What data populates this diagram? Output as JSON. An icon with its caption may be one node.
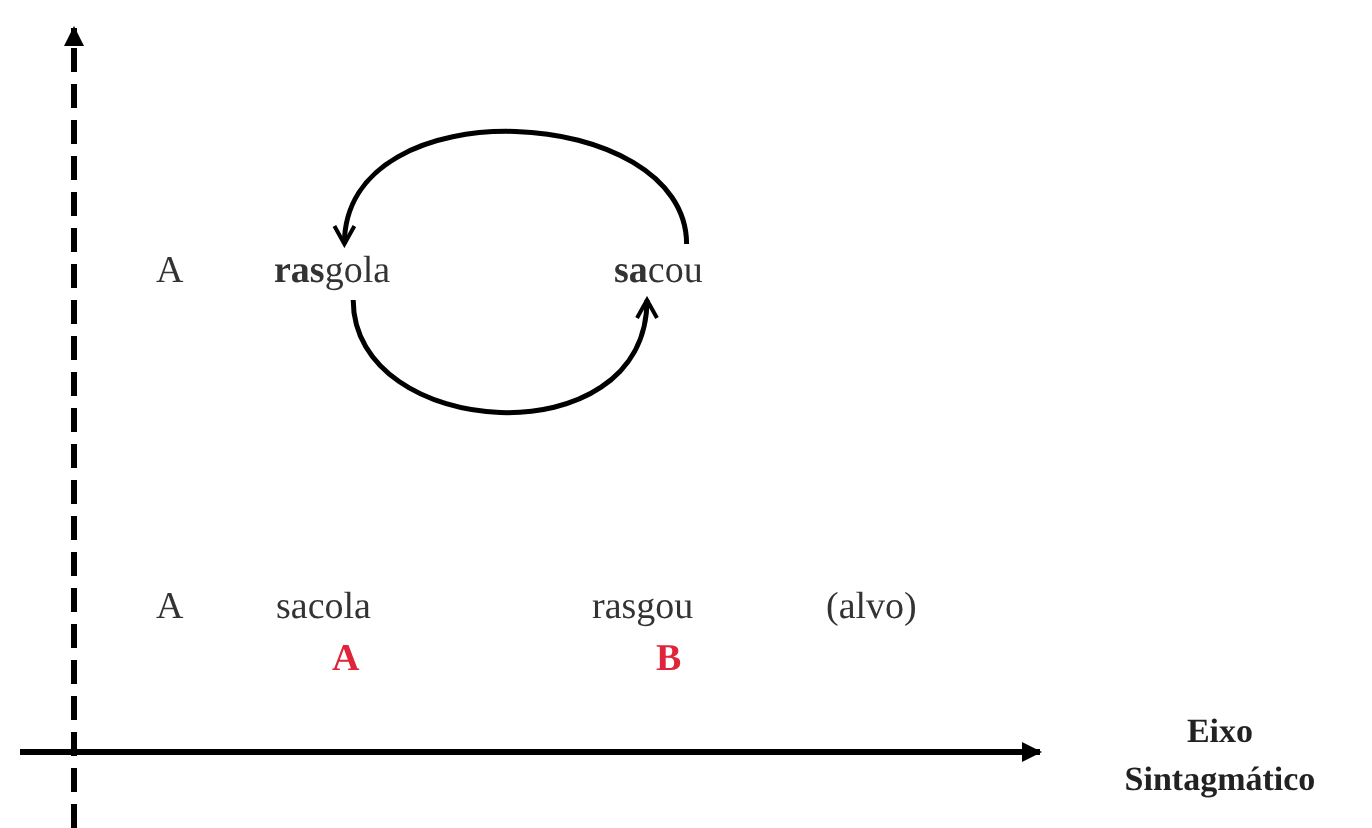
{
  "diagram": {
    "nodes": [
      {
        "text": [
          "**ras**gola"
        ]
      },
      {
        "text": [
          "**sa**cou"
        ]
      }
    ],
    "edges": [
      {
        "from": 1,
        "to": 0,
        "arrow": "to"
      },
      {
        "from": 0,
        "to": 1,
        "arrow": "to"
      }
    ],
    "labels": [
      "A",
      "A",
      "sacola",
      "rasgou",
      "(alvo)",
      "A",
      "B",
      "Eixo Sintagmático"
    ]
  }
}
